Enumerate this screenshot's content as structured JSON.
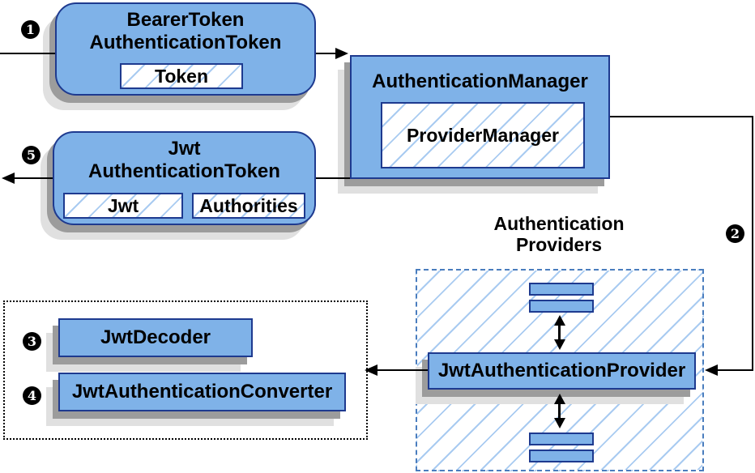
{
  "colors": {
    "node_fill": "#7fb2e8",
    "node_border": "#1e3a8f",
    "hatch_line": "#a9cbf1",
    "dashed_border": "#4a7dbe",
    "connector": "#000000",
    "shadow_dark": "#9c9c9c",
    "shadow_light": "#e0e0e0",
    "badge_bg": "#000000",
    "badge_text": "#ffffff"
  },
  "nodes": {
    "bearer_token": {
      "line1": "BearerToken",
      "line2": "AuthenticationToken",
      "slot": "Token"
    },
    "authentication_manager": {
      "title": "AuthenticationManager",
      "slot": "ProviderManager"
    },
    "jwt_authentication_token": {
      "line1": "Jwt",
      "line2": "AuthenticationToken",
      "slot1": "Jwt",
      "slot2": "Authorities"
    },
    "providers_label": {
      "line1": "Authentication",
      "line2": "Providers"
    },
    "jwt_authentication_provider": {
      "title": "JwtAuthenticationProvider"
    },
    "jwt_decoder": {
      "title": "JwtDecoder"
    },
    "jwt_authentication_converter": {
      "title": "JwtAuthenticationConverter"
    }
  },
  "steps": {
    "s1": "1",
    "s2": "2",
    "s3": "3",
    "s4": "4",
    "s5": "5"
  }
}
